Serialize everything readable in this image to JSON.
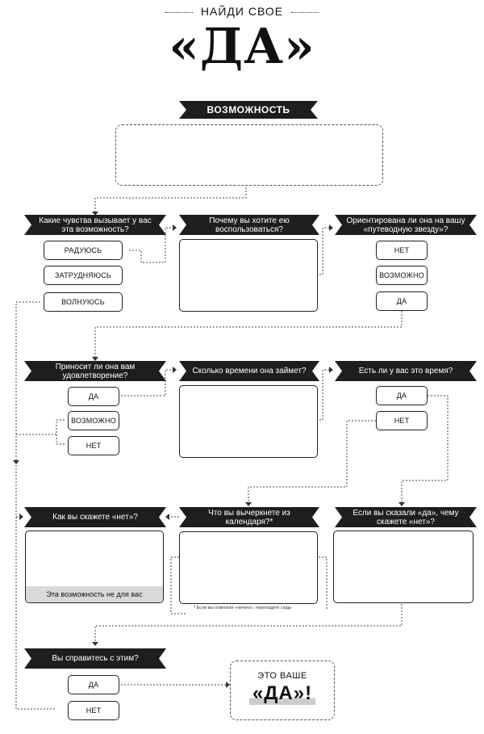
{
  "header": {
    "kicker": "НАЙДИ СВОЕ",
    "title": "«ДА»"
  },
  "start": {
    "banner": "ВОЗМОЖНОСТЬ"
  },
  "row1": {
    "q1": {
      "text": "Какие чувства вызывает у вас эта возможность?",
      "options": [
        "РАДУЮСЬ",
        "ЗАТРУДНЯЮСЬ",
        "ВОЛНУЮСЬ"
      ]
    },
    "q2": {
      "text": "Почему вы хотите ею воспользоваться?"
    },
    "q3": {
      "text": "Ориентирована ли она на вашу «путеводную звезду»?",
      "options": [
        "НЕТ",
        "ВОЗМОЖНО",
        "ДА"
      ]
    }
  },
  "row2": {
    "q1": {
      "text": "Приносит ли она вам удовлетворение?",
      "options": [
        "ДА",
        "ВОЗМОЖНО",
        "НЕТ"
      ]
    },
    "q2": {
      "text": "Сколько времени она займет?"
    },
    "q3": {
      "text": "Есть ли у вас это время?",
      "options": [
        "ДА",
        "НЕТ"
      ]
    }
  },
  "row3": {
    "q1": {
      "text": "Как вы скажете «нет»?",
      "footer": "Эта возможность не для вас"
    },
    "q2": {
      "text": "Что вы вычеркнете из календаря?*",
      "note": "* Если вы ответили «ничего», переходите сюда"
    },
    "q3": {
      "text": "Если вы сказали «да», чему скажете «нет»?"
    }
  },
  "row4": {
    "q1": {
      "text": "Вы справитесь с этим?",
      "options": [
        "ДА",
        "НЕТ"
      ]
    }
  },
  "result": {
    "line1": "ЭТО ВАШЕ",
    "line2": "«ДА»!"
  }
}
